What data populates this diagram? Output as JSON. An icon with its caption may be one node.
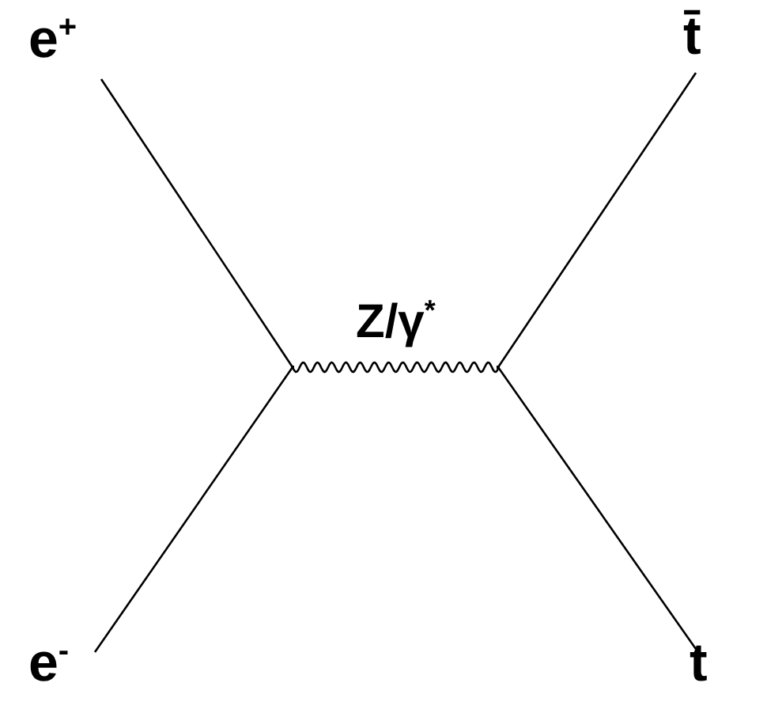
{
  "diagram": {
    "nodes": [
      {
        "text": [
          "e$^{+}$"
        ]
      },
      {
        "text": [
          "e$^{-}$"
        ]
      },
      {
        "text": [],
        "shape": "point"
      },
      {
        "text": [],
        "shape": "point"
      },
      {
        "text": [
          "t̄"
        ]
      },
      {
        "text": [
          "t"
        ]
      }
    ],
    "edges": [
      {
        "from": 0,
        "to": 2,
        "arrow": "none"
      },
      {
        "from": 1,
        "to": 2,
        "arrow": "none"
      },
      {
        "from": 2,
        "to": 3,
        "arrow": "none",
        "label": "Z/γ$^{*}$"
      },
      {
        "from": 3,
        "to": 4,
        "arrow": "none"
      },
      {
        "from": 3,
        "to": 5,
        "arrow": "none"
      }
    ]
  }
}
